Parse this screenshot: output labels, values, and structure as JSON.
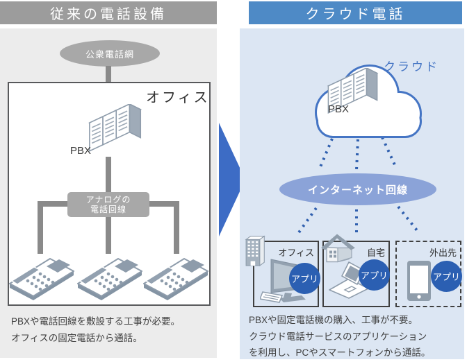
{
  "left_panel": {
    "title": "従来の電話設備",
    "public_network_label": "公衆電話網",
    "office_label": "オフィス",
    "pbx_label": "PBX",
    "analog_line_label_line1": "アナログの",
    "analog_line_label_line2": "電話回線",
    "caption_line1": "PBXや電話回線を敷設する工事が必要。",
    "caption_line2": "オフィスの固定電話から通話。"
  },
  "right_panel": {
    "title": "クラウド電話",
    "cloud_label": "クラウド",
    "pbx_label": "PBX",
    "internet_line_label": "インターネット回線",
    "locations": [
      {
        "label": "オフィス",
        "app_label": "アプリ",
        "device": "desktop-pc",
        "border_style": "solid"
      },
      {
        "label": "自宅",
        "app_label": "アプリ",
        "device": "laptop",
        "border_style": "solid"
      },
      {
        "label": "外出先",
        "app_label": "アプリ",
        "device": "smartphone",
        "border_style": "dashed"
      }
    ],
    "caption_line1": "PBXや固定電話機の購入、工事が不要。",
    "caption_line2": "クラウド電話サービスのアプリケーション",
    "caption_line3": "を利用し、PCやスマートフォンから通話。"
  },
  "colors": {
    "left_header_bg": "#9c9c9c",
    "left_body_bg": "#ececec",
    "shape_gray": "#a8a8a8",
    "connector_gray": "#8a8a8a",
    "right_header_bg": "#4e8ac6",
    "right_body_bg": "#dce6f3",
    "accent_blue": "#4575c4",
    "internet_ellipse_blue": "#8ba3d8",
    "app_circle_blue": "#2b5fb2",
    "dotted_line_blue": "#2f5fae",
    "arrow_blue": "#3d6cc5",
    "text_dark": "#3e3e3e"
  }
}
